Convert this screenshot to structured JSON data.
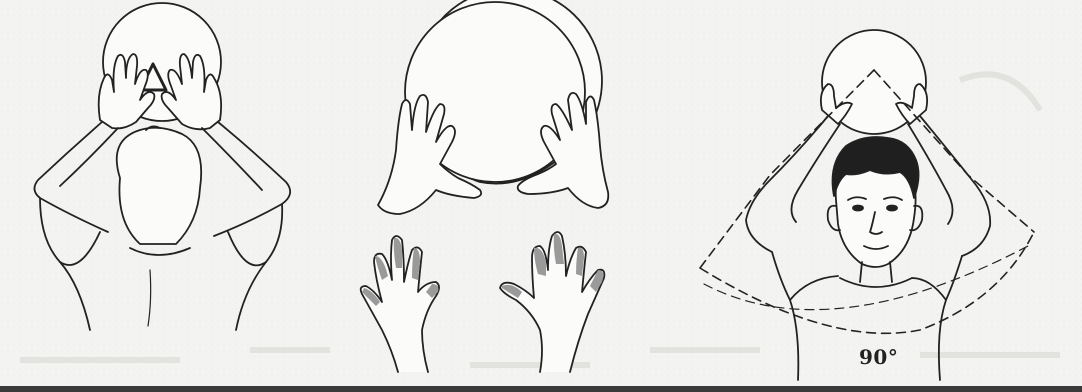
{
  "figure": {
    "panels": [
      {
        "id": "panel-back-view"
      },
      {
        "id": "panel-hands-detail"
      },
      {
        "id": "panel-front-view"
      }
    ],
    "angle_label": "90°",
    "colors": {
      "background": "#f3f3f1",
      "ink": "#222222",
      "finger_shading": "#9a9a9a",
      "hair": "#1f1f1f"
    }
  }
}
